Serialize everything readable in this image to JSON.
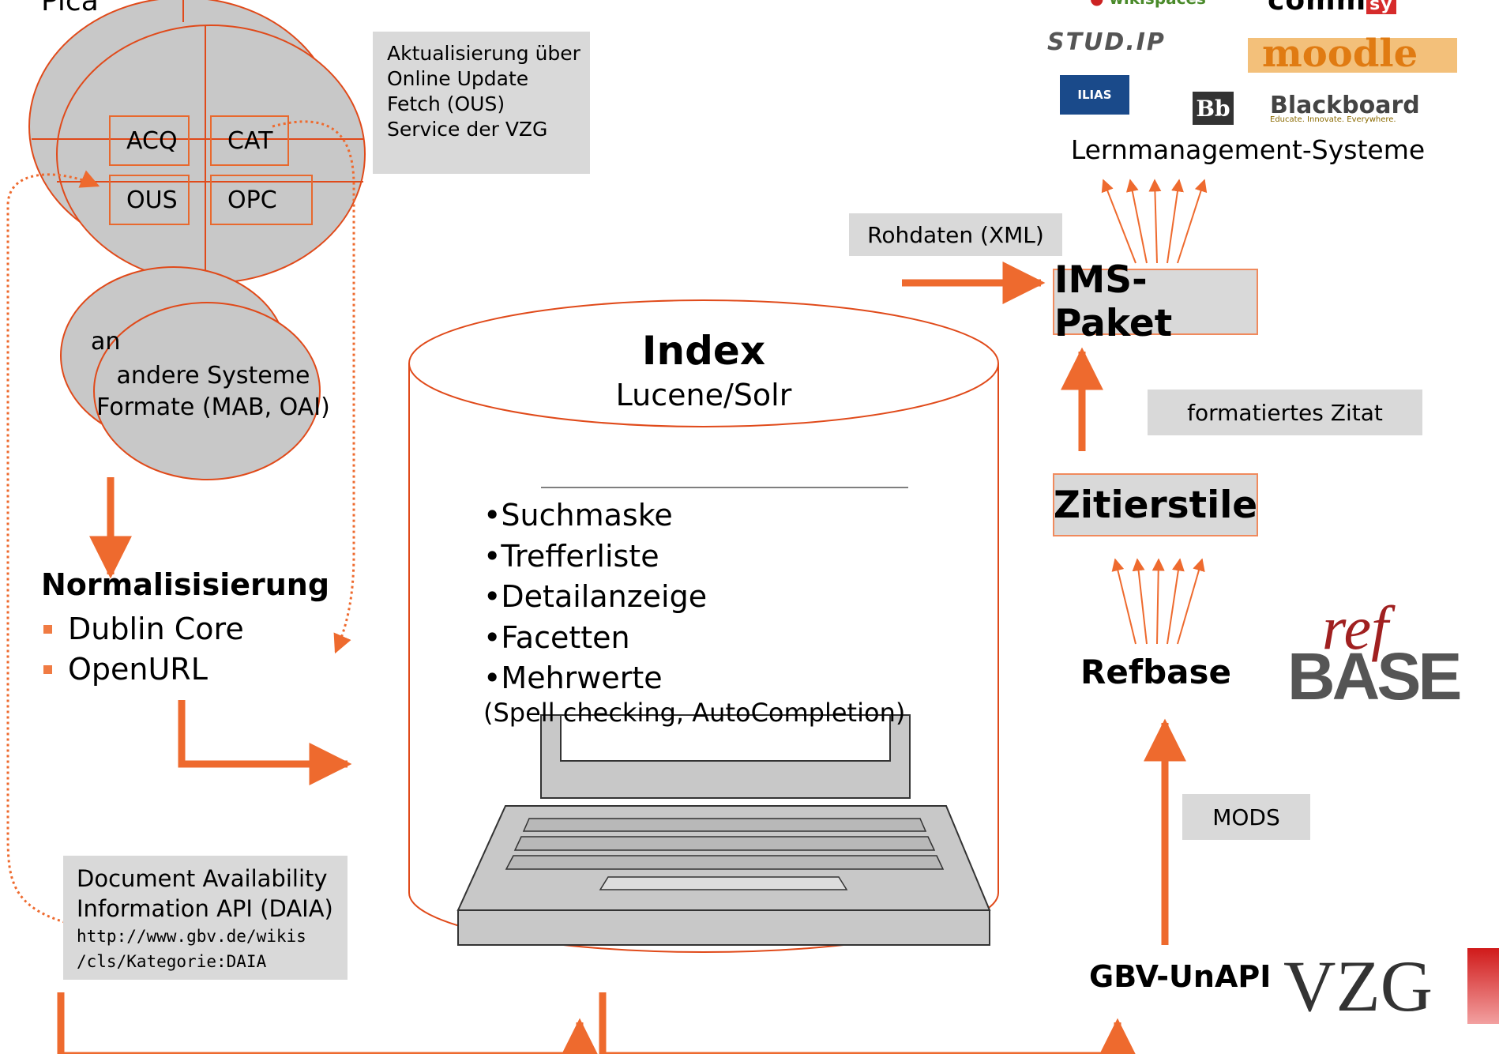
{
  "pica": {
    "title": "Pica",
    "modules": [
      "ACQ",
      "CAT",
      "OUS",
      "OPC"
    ]
  },
  "other_systems": {
    "partial_label": "an",
    "label_line1": "andere Systeme",
    "label_line2": "Formate (MAB, OAI)"
  },
  "update_note": [
    "Aktualisierung über",
    "Online Update",
    "Fetch (OUS)",
    "Service der VZG"
  ],
  "normalization": {
    "title": "Normalisisierung",
    "items": [
      "Dublin Core",
      "OpenURL"
    ]
  },
  "index": {
    "title": "Index",
    "subtitle": "Lucene/Solr",
    "features": [
      "•Suchmaske",
      "•Trefferliste",
      "•Detailanzeige",
      "•Facetten",
      "•Mehrwerte"
    ],
    "features_note": "(Spell checking, AutoCompletion)"
  },
  "daia": {
    "line1": "Document Availability",
    "line2": "Information API (DAIA)",
    "url1": "http://www.gbv.de/wikis",
    "url2": "/cls/Kategorie:DAIA"
  },
  "lms": {
    "title": "Lernmanagement-Systeme",
    "logos": {
      "wikispaces": "wikispaces",
      "commsy": "comm",
      "commsy_suffix": "sy",
      "studip": "STUD.IP",
      "moodle": "moodle",
      "ilias": "ILIAS",
      "blackboard_mark": "Bb",
      "blackboard": "Blackboard",
      "blackboard_tagline": "Educate. Innovate. Everywhere."
    }
  },
  "raw_data_label": "Rohdaten (XML)",
  "ims_package": "IMS-Paket",
  "formatted_citation": "formatiertes Zitat",
  "citation_styles": "Zitierstile",
  "refbase": {
    "label": "Refbase",
    "logo_ref": "ref",
    "logo_base": "BASE"
  },
  "mods_label": "MODS",
  "unapi": {
    "label": "GBV-UnAPI",
    "logo": "VZG"
  },
  "colors": {
    "accent": "#ee6a2e",
    "box_grey": "#d9d9d9",
    "circle_grey": "#c8c8c8",
    "circle_border": "#e04a1a"
  }
}
